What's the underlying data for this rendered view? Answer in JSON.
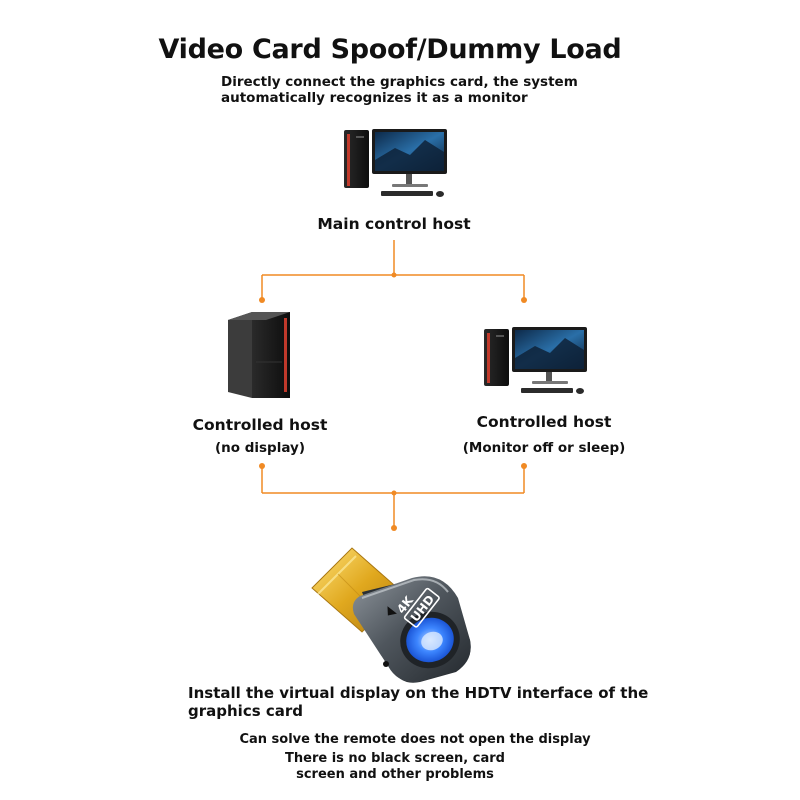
{
  "header": {
    "title": "Video Card Spoof/Dummy Load",
    "subtitle_line1": "Directly connect the graphics card, the system",
    "subtitle_line2": "automatically recognizes it as a monitor"
  },
  "nodes": {
    "main": {
      "label": "Main control host"
    },
    "left": {
      "label": "Controlled host",
      "sub": "(no display)"
    },
    "right": {
      "label": "Controlled host",
      "sub": "(Monitor off or sleep)"
    }
  },
  "adapter": {
    "badge_top": "4K",
    "badge_bottom": "UHD",
    "icon": "hdmi-dummy-plug-icon"
  },
  "footer": {
    "install_line1": "Install the virtual display on the HDTV interface of the",
    "install_line2": "graphics card",
    "solve_line": "Can solve the remote does not open the display",
    "problems_line1": "There is no black screen, card",
    "problems_line2": "screen and other problems"
  },
  "colors": {
    "connector": "#f08a24",
    "text": "#111111",
    "glow": "#1f6bff"
  }
}
